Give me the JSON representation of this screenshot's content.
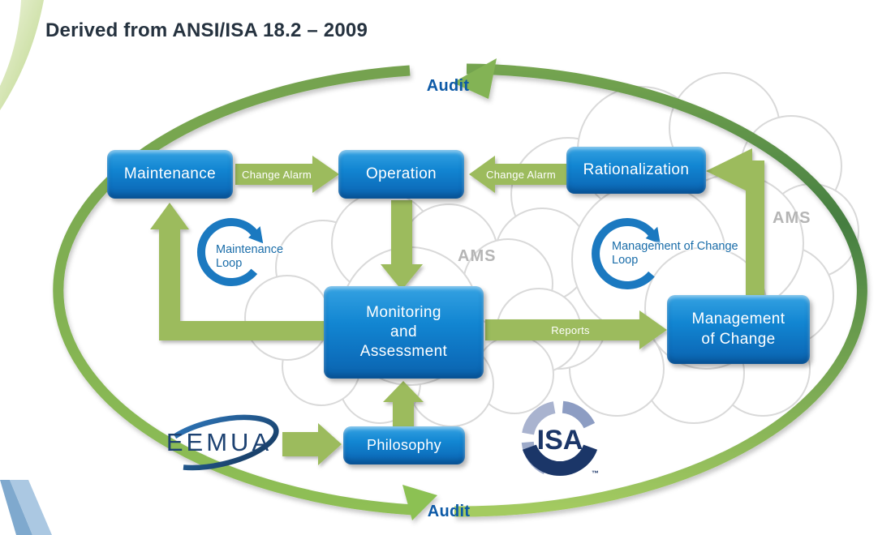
{
  "slide": {
    "title": "Derived from ANSI/ISA 18.2 – 2009"
  },
  "cycle": {
    "audit_top": "Audit",
    "audit_bottom": "Audit"
  },
  "process_boxes": {
    "maintenance": "Maintenance",
    "operation": "Operation",
    "rationalization": "Rationalization",
    "monitoring_assessment": "Monitoring and Assessment",
    "management_of_change": "Management of Change",
    "philosophy": "Philosophy"
  },
  "flow_labels": {
    "change_alarm_maintenance": "Change Alarm",
    "change_alarm_rationalization": "Change Alarm",
    "reports": "Reports"
  },
  "loop_labels": {
    "maintenance_loop": "Maintenance Loop",
    "management_of_change_loop": "Management of Change Loop"
  },
  "ams_labels": {
    "left": "AMS",
    "right": "AMS"
  },
  "logos": {
    "eemua": "EEMUA",
    "isa": "ISA",
    "isa_trademark": "™"
  },
  "colors": {
    "box_blue": "#0f79c6",
    "arrow_green": "#9cbb5d",
    "cycle_green_dark": "#4d8345",
    "cycle_green_light": "#a5cc63",
    "loop_blue": "#1b79c0",
    "audit_blue": "#0d5aa7",
    "ams_gray": "#b5b5b5",
    "title_navy": "#25323f",
    "eemua_navy": "#1d4272",
    "isa_navy": "#1b3668"
  }
}
